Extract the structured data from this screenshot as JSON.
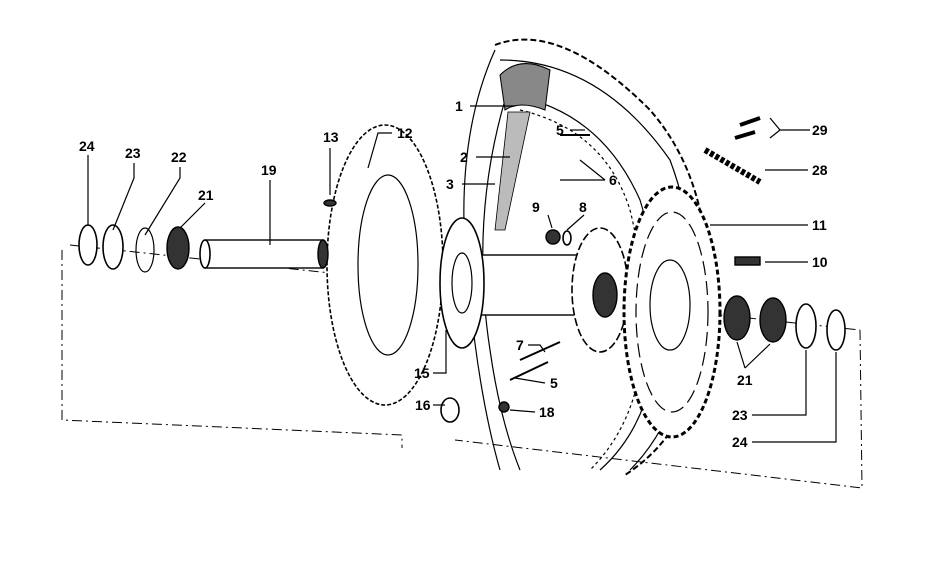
{
  "diagram": {
    "title": "Rear wheel exploded parts diagram",
    "callouts": {
      "c1": "1",
      "c2": "2",
      "c3": "3",
      "c5a": "5",
      "c6": "6",
      "c13": "13",
      "c12": "12",
      "c24a": "24",
      "c23a": "23",
      "c22": "22",
      "c21a": "21",
      "c19": "19",
      "c9": "9",
      "c8": "8",
      "c29": "29",
      "c28": "28",
      "c11": "11",
      "c10": "10",
      "c15": "15",
      "c7": "7",
      "c5b": "5",
      "c16": "16",
      "c18": "18",
      "c21b": "21",
      "c23b": "23",
      "c24b": "24"
    }
  }
}
